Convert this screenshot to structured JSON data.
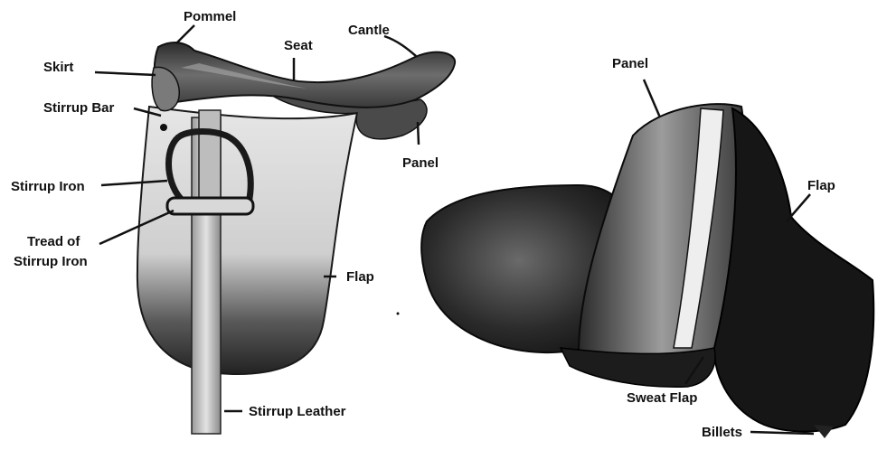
{
  "left_saddle_labels": {
    "pommel": "Pommel",
    "seat": "Seat",
    "cantle": "Cantle",
    "skirt": "Skirt",
    "stirrup_bar": "Stirrup Bar",
    "panel": "Panel",
    "stirrup_iron": "Stirrup Iron",
    "tread_line1": "Tread of",
    "tread_line2": "Stirrup Iron",
    "flap": "Flap",
    "stirrup_leather": "Stirrup Leather"
  },
  "right_saddle_labels": {
    "panel": "Panel",
    "flap": "Flap",
    "sweat_flap": "Sweat Flap",
    "billets": "Billets"
  }
}
